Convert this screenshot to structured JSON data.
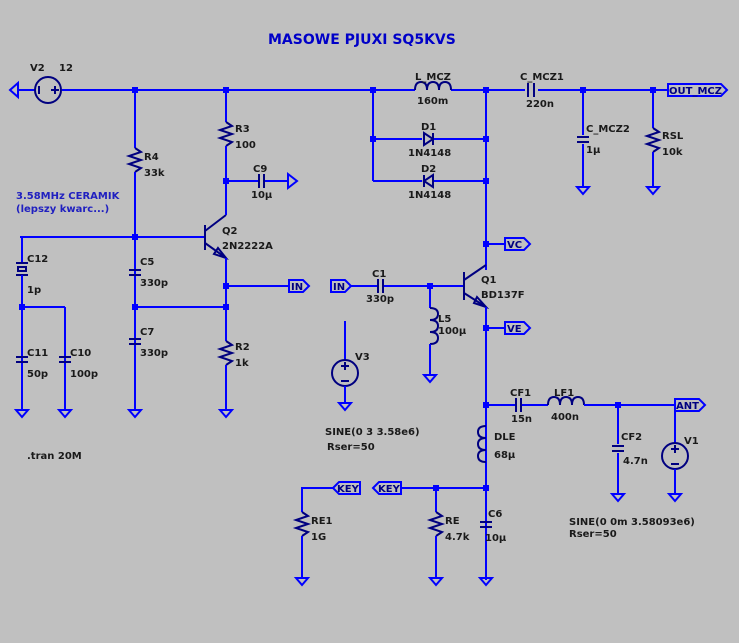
{
  "title": "MASOWE  PJUXI SQ5KVS",
  "comment_lines": [
    "3.58MHz CERAMIK",
    "(lepszy kwarc...)"
  ],
  "directive": ".tran 20M",
  "colors": {
    "wire": "#0000ff",
    "symbol": "#000080",
    "background": "#c0c0c0",
    "title": "#0000c8"
  },
  "components": {
    "V2": {
      "name": "V2",
      "value": "12"
    },
    "R4": {
      "name": "R4",
      "value": "33k"
    },
    "R3": {
      "name": "R3",
      "value": "100"
    },
    "C9": {
      "name": "C9",
      "value": "10µ"
    },
    "Q2": {
      "name": "Q2",
      "value": "2N2222A"
    },
    "C12": {
      "name": "C12",
      "value": "1p"
    },
    "C5": {
      "name": "C5",
      "value": "330p"
    },
    "C7": {
      "name": "C7",
      "value": "330p"
    },
    "C11": {
      "name": "C11",
      "value": "50p"
    },
    "C10": {
      "name": "C10",
      "value": "100p"
    },
    "R2": {
      "name": "R2",
      "value": "1k"
    },
    "L_MCZ": {
      "name": "L_MCZ",
      "value": "160m"
    },
    "D1": {
      "name": "D1",
      "value": "1N4148"
    },
    "D2": {
      "name": "D2",
      "value": "1N4148"
    },
    "C_MCZ1": {
      "name": "C_MCZ1",
      "value": "220n"
    },
    "C_MCZ2": {
      "name": "C_MCZ2",
      "value": "1µ"
    },
    "RSL": {
      "name": "RSL",
      "value": "10k"
    },
    "C1": {
      "name": "C1",
      "value": "330p"
    },
    "L5": {
      "name": "L5",
      "value": "100µ"
    },
    "Q1": {
      "name": "Q1",
      "value": "BD137F"
    },
    "V3": {
      "name": "V3",
      "value": "SINE(0 3 3.58e6)",
      "extra": "Rser=50"
    },
    "CF1": {
      "name": "CF1",
      "value": "15n"
    },
    "LF1": {
      "name": "LF1",
      "value": "400n"
    },
    "CF2": {
      "name": "CF2",
      "value": "4.7n"
    },
    "V1": {
      "name": "V1",
      "value": "SINE(0 0m 3.58093e6)",
      "extra": "Rser=50"
    },
    "DLE": {
      "name": "DLE",
      "value": "68µ"
    },
    "RE1": {
      "name": "RE1",
      "value": "1G"
    },
    "RE": {
      "name": "RE",
      "value": "4.7k"
    },
    "C6": {
      "name": "C6",
      "value": "10µ"
    }
  },
  "net_labels": {
    "out_mcz": "OUT_MCZ",
    "in_left": "IN",
    "in_right": "IN",
    "vc": "VC",
    "ve": "VE",
    "ant": "ANT",
    "key_left": "KEY",
    "key_right": "KEY"
  }
}
